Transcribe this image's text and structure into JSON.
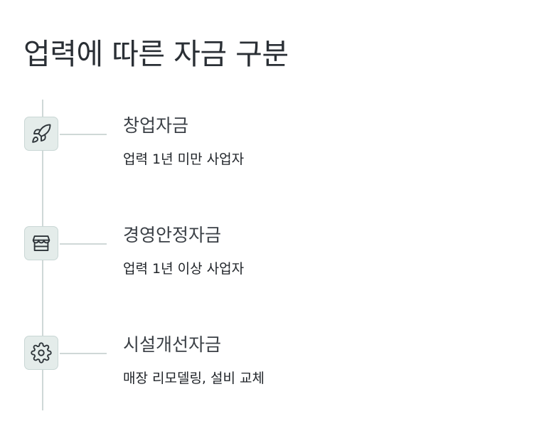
{
  "page_title": "업력에 따른 자금 구분",
  "entries": [
    {
      "icon": "rocket-icon",
      "title": "창업자금",
      "description": "업력 1년 미만 사업자"
    },
    {
      "icon": "storefront-icon",
      "title": "경영안정자금",
      "description": "업력 1년 이상 사업자"
    },
    {
      "icon": "gear-icon",
      "title": "시설개선자금",
      "description": "매장 리모델링, 설비 교체"
    }
  ],
  "colors": {
    "timeline_line": "#cfd8d7",
    "icon_background": "#e4ecea",
    "icon_border": "#c9d7d5",
    "icon_stroke": "#2c3338",
    "title_text": "#2a2f35"
  }
}
